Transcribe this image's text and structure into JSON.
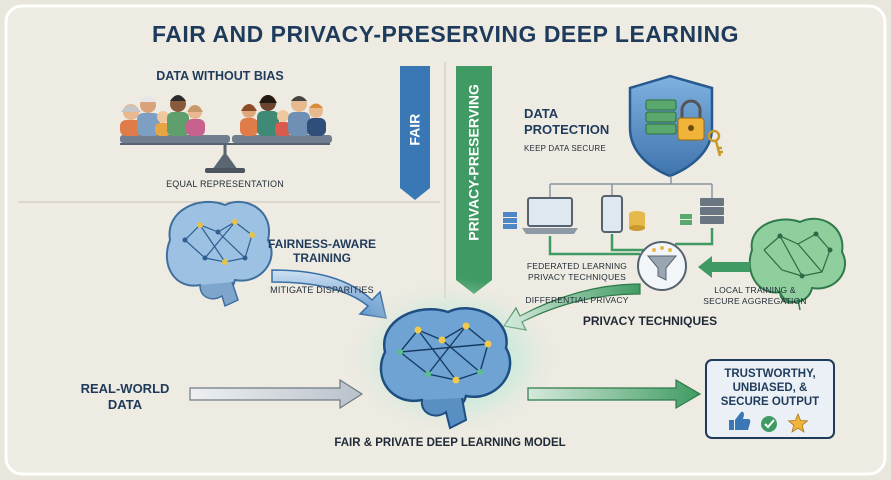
{
  "title": "FAIR AND PRIVACY-PRESERVING DEEP LEARNING",
  "fairness": {
    "data_without_bias": "DATA WITHOUT BIAS",
    "equal_representation": "EQUAL REPRESENTATION",
    "fair_banner": "FAIR",
    "training_line1": "FAIRNESS-AWARE",
    "training_line2": "TRAINING",
    "mitigate": "MITIGATE DISPARITIES"
  },
  "privacy": {
    "banner": "PRIVACY-PRESERVING",
    "data_protection_line1": "DATA",
    "data_protection_line2": "PROTECTION",
    "keep_secure": "KEEP DATA SECURE",
    "federated_line1": "FEDERATED LEARNING",
    "federated_line2": "PRIVACY TECHNIQUES",
    "differential": "DIFFERENTIAL PRIVACY",
    "local_line1": "LOCAL TRAINING &",
    "local_line2": "SECURE AGGREGATION",
    "techniques": "PRIVACY TECHNIQUES"
  },
  "model": {
    "input_line1": "REAL-WORLD",
    "input_line2": "DATA",
    "label": "FAIR & PRIVATE DEEP LEARNING MODEL"
  },
  "output": {
    "line1": "TRUSTWORTHY,",
    "line2": "UNBIASED, &",
    "line3": "SECURE OUTPUT",
    "icons": [
      "thumbs-up-icon",
      "check-badge-icon",
      "star-icon"
    ]
  },
  "colors": {
    "navy": "#1f3b5c",
    "fair_blue": "#3a78b5",
    "privacy_green": "#3f9b63",
    "brain_blue": "#4e86b8",
    "background": "#e9e6dc"
  }
}
